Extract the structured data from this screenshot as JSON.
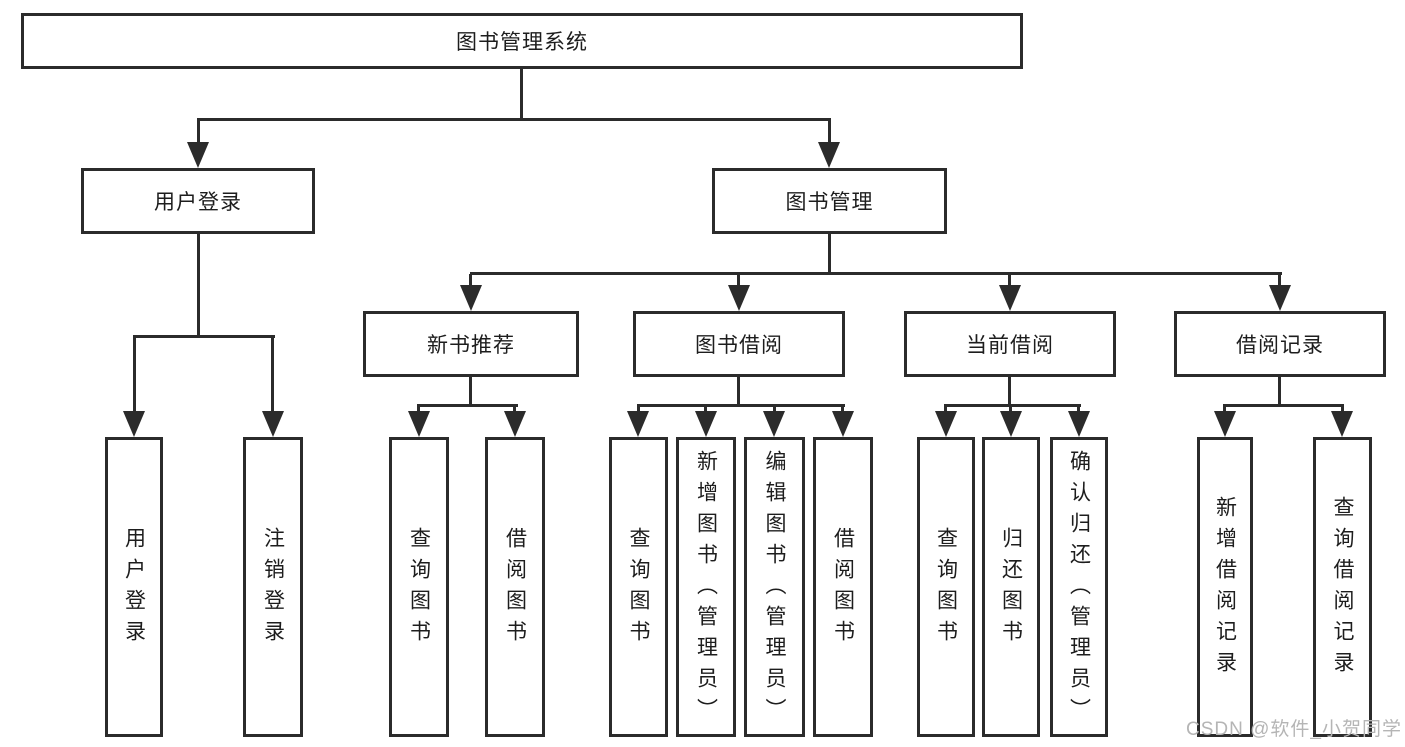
{
  "diagram": {
    "root": "图书管理系统",
    "user_login": {
      "label": "用户登录",
      "children": [
        "用户登录",
        "注销登录"
      ]
    },
    "book_management": {
      "label": "图书管理",
      "sections": {
        "new_books": {
          "label": "新书推荐",
          "children": [
            "查询图书",
            "借阅图书"
          ]
        },
        "book_borrow": {
          "label": "图书借阅",
          "children": [
            "查询图书",
            "新增图书（管理员）",
            "编辑图书（管理员）",
            "借阅图书"
          ]
        },
        "current_borrow": {
          "label": "当前借阅",
          "children": [
            "查询图书",
            "归还图书",
            "确认归还（管理员）"
          ]
        },
        "borrow_records": {
          "label": "借阅记录",
          "children": [
            "新增借阅记录",
            "查询借阅记录"
          ]
        }
      }
    }
  },
  "watermark": "CSDN @软件_小贺同学",
  "colors": {
    "line": "#2b2b2b",
    "text": "#1d1d1d",
    "watermark": "#b5b5b5",
    "background": "#ffffff"
  }
}
